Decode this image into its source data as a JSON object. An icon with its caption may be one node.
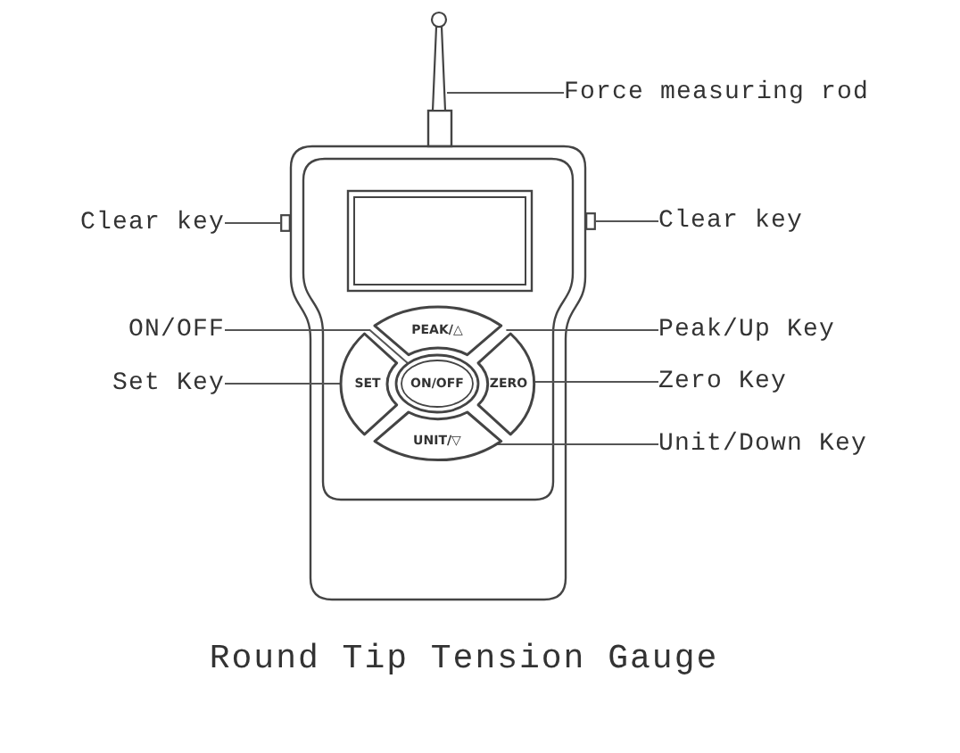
{
  "diagram": {
    "caption": "Round Tip Tension Gauge",
    "nodes": [
      {
        "text": [
          "Force measuring rod"
        ]
      },
      {
        "text": [],
        "shape": "bar"
      },
      {
        "text": [
          "Clear key"
        ]
      },
      {
        "text": [],
        "shape": "box"
      },
      {
        "text": [
          "Clear key"
        ]
      },
      {
        "text": [],
        "shape": "box"
      },
      {
        "text": [
          "ON/OFF"
        ]
      },
      {
        "text": [
          "Set Key"
        ]
      },
      {
        "text": [
          "PEAK/△"
        ]
      },
      {
        "text": [
          "SET"
        ]
      },
      {
        "text": [
          "ON/OFF"
        ]
      },
      {
        "text": [
          "ZERO"
        ]
      },
      {
        "text": [
          "UNIT/▽"
        ]
      },
      {
        "text": [
          "Peak/Up Key"
        ]
      },
      {
        "text": [
          "Zero Key"
        ]
      },
      {
        "text": [
          "Unit/Down Key"
        ]
      }
    ],
    "edges": [
      {
        "from": 0,
        "to": 1,
        "arrow": "none"
      },
      {
        "from": 2,
        "to": 3,
        "arrow": "none"
      },
      {
        "from": 4,
        "to": 5,
        "arrow": "none"
      },
      {
        "from": 6,
        "to": 10,
        "arrow": "none"
      },
      {
        "from": 7,
        "to": 9,
        "arrow": "none"
      },
      {
        "from": 13,
        "to": 8,
        "arrow": "none"
      },
      {
        "from": 14,
        "to": 11,
        "arrow": "none"
      },
      {
        "from": 15,
        "to": 12,
        "arrow": "none"
      }
    ]
  }
}
